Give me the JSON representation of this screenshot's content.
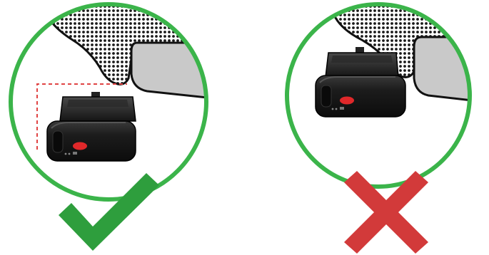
{
  "panels": [
    {
      "id": "correct",
      "verdict": "correct",
      "mark_icon": "check-icon",
      "guide_outline": "dashed-red"
    },
    {
      "id": "incorrect",
      "verdict": "incorrect",
      "mark_icon": "cross-icon",
      "guide_outline": "none"
    }
  ],
  "colors": {
    "ring_green": "#3bb44a",
    "check_green": "#2e9e3d",
    "cross_red": "#d23a3a",
    "guide_red": "#e04444",
    "camera_black": "#1b1b1b",
    "camera_button_red": "#e0282a",
    "mirror_gray": "#c9c9c9",
    "dot_pattern": "#1a1a1a"
  }
}
